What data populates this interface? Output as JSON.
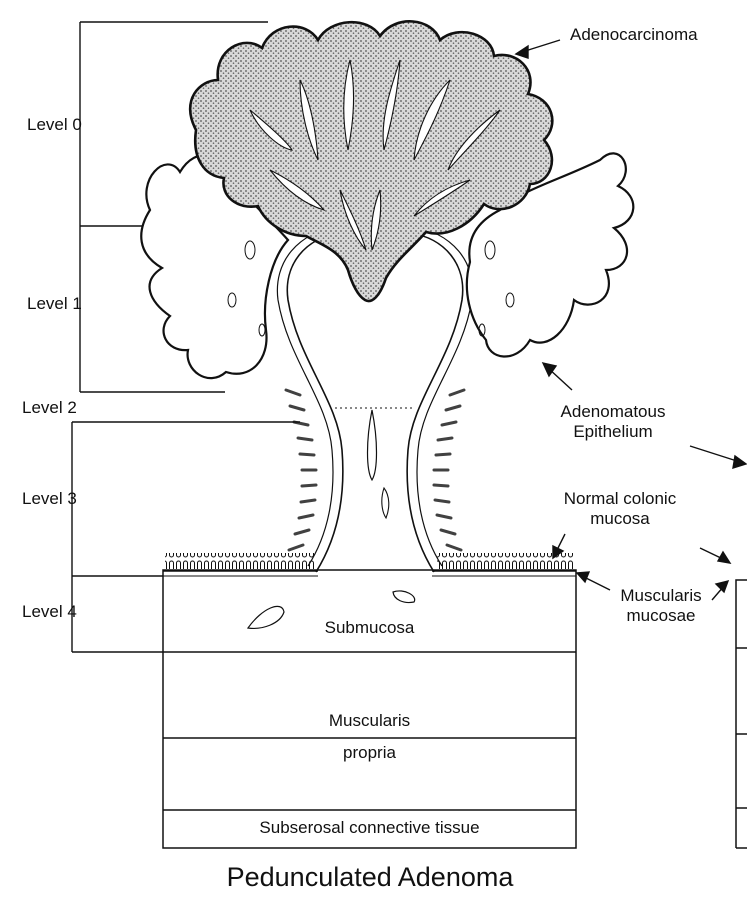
{
  "levels": {
    "level0": "Level 0",
    "level1": "Level 1",
    "level2": "Level 2",
    "level3": "Level 3",
    "level4": "Level 4"
  },
  "annotations": {
    "adenocarcinoma": "Adenocarcinoma",
    "adenomatous_line1": "Adenomatous",
    "adenomatous_line2": "Epithelium",
    "normal_line1": "Normal colonic",
    "normal_line2": "mucosa",
    "muscularis_mucosae_line1": "Muscularis",
    "muscularis_mucosae_line2": "mucosae"
  },
  "layers": {
    "submucosa": "Submucosa",
    "muscularis_line1": "Muscularis",
    "muscularis_line2": "propria",
    "subserosal": "Subserosal connective tissue"
  },
  "title": "Pedunculated Adenoma",
  "colors": {
    "ink": "#111111",
    "stipple": "#7a7a7a",
    "background": "#ffffff"
  }
}
